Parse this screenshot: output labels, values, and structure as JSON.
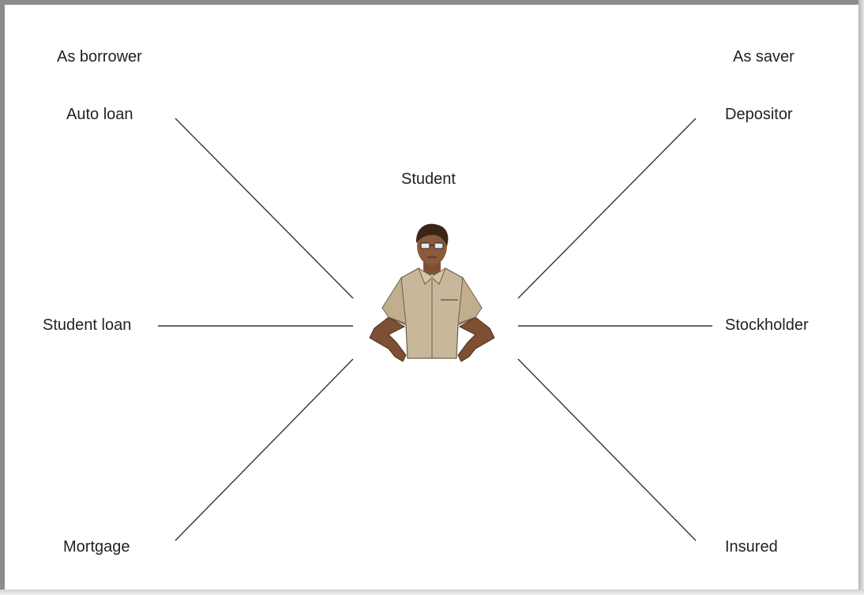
{
  "headers": {
    "left": "As borrower",
    "right": "As saver"
  },
  "center": {
    "label": "Student"
  },
  "borrower_roles": [
    "Auto loan",
    "Student loan",
    "Mortgage"
  ],
  "saver_roles": [
    "Depositor",
    "Stockholder",
    "Insured"
  ],
  "colors": {
    "line": "#333333",
    "shirt": "#c8b79a",
    "skin": "#8a5a3c",
    "hair": "#3a2616"
  },
  "icons": [
    "student-figure-icon"
  ]
}
